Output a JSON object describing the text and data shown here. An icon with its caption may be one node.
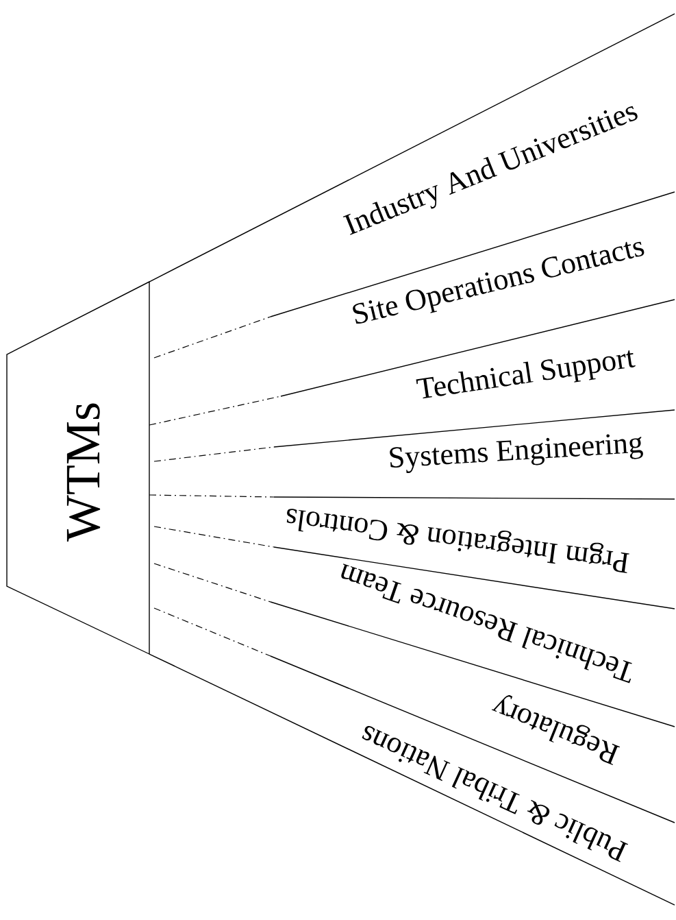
{
  "diagram": {
    "nodes": [
      {
        "text": [
          "WTMs"
        ]
      },
      {
        "text": [
          "Industry And Universities"
        ]
      },
      {
        "text": [
          "Site Operations Contacts"
        ]
      },
      {
        "text": [
          "Technical Support"
        ]
      },
      {
        "text": [
          "Systems Engineering"
        ]
      },
      {
        "text": [
          "Prgm Integration & Controls"
        ]
      },
      {
        "text": [
          "Technical Resource Team"
        ]
      },
      {
        "text": [
          "Regulatory"
        ]
      },
      {
        "text": [
          "Public & Tribal Nations"
        ]
      }
    ]
  }
}
